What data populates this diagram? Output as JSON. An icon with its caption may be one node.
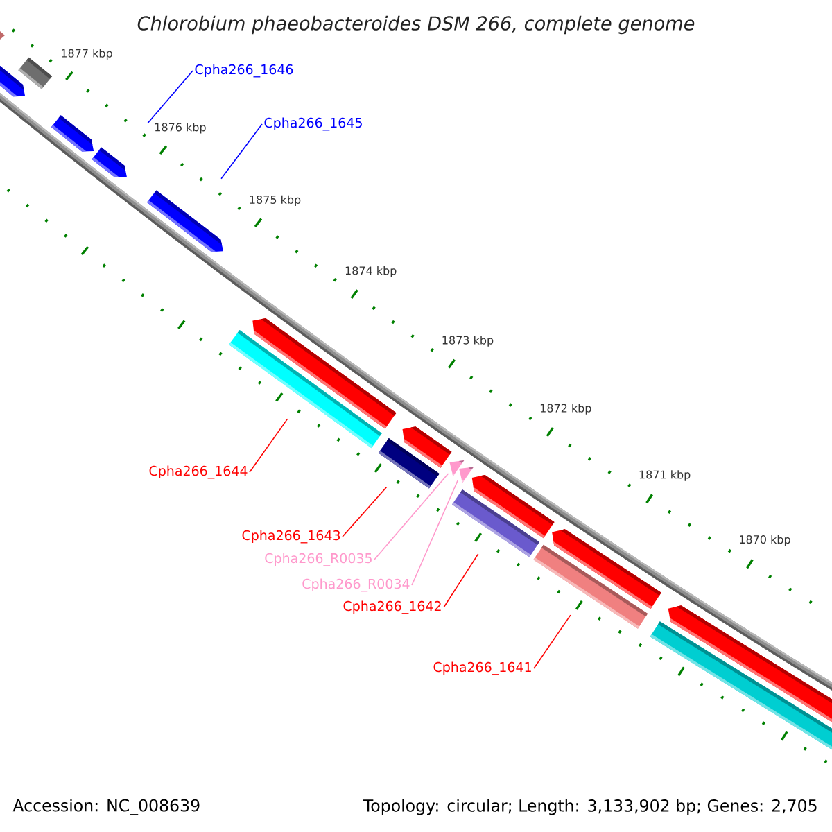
{
  "diagram": {
    "title": "Chlorobium phaeobacteroides DSM 266, complete genome",
    "nodes": [
      {
        "text": [
          "Cpha266_1646"
        ]
      },
      {
        "text": [
          "Cpha266_1645"
        ]
      },
      {
        "text": [
          "Cpha266_1644"
        ]
      },
      {
        "text": [
          "Cpha266_1643"
        ]
      },
      {
        "text": [
          "Cpha266_R0035"
        ]
      },
      {
        "text": [
          "Cpha266_R0034"
        ]
      },
      {
        "text": [
          "Cpha266_1642"
        ]
      },
      {
        "text": [
          "Cpha266_1641"
        ]
      },
      {
        "text": [],
        "shape": "bar"
      },
      {
        "text": [],
        "shape": "bar"
      },
      {
        "text": [],
        "shape": "bar"
      },
      {
        "text": [],
        "shape": "bar"
      },
      {
        "text": [],
        "shape": "triangle"
      },
      {
        "text": [],
        "shape": "triangle"
      },
      {
        "text": [],
        "shape": "bar"
      },
      {
        "text": [],
        "shape": "bar"
      }
    ],
    "edges": [
      {
        "from": 0,
        "to": 8,
        "arrow": "none",
        "color": "#0000ff"
      },
      {
        "from": 1,
        "to": 9,
        "arrow": "none",
        "color": "#0000ff"
      },
      {
        "from": 2,
        "to": 10,
        "arrow": "none"
      },
      {
        "from": 3,
        "to": 11,
        "arrow": "none"
      },
      {
        "from": 4,
        "to": 12,
        "arrow": "none",
        "color": "#ff99cc"
      },
      {
        "from": 5,
        "to": 13,
        "arrow": "none",
        "color": "#ff99cc"
      },
      {
        "from": 6,
        "to": 14,
        "arrow": "none"
      },
      {
        "from": 7,
        "to": 15,
        "arrow": "none"
      }
    ],
    "labels": [
      "1877 kbp",
      "1876 kbp",
      "1875 kbp",
      "1874 kbp",
      "1873 kbp",
      "1872 kbp",
      "1871 kbp",
      "1870 kbp",
      "Accession: NC_008639",
      "Topology: circular; Length: 3,133,902 bp; Genes: 2,705"
    ]
  }
}
